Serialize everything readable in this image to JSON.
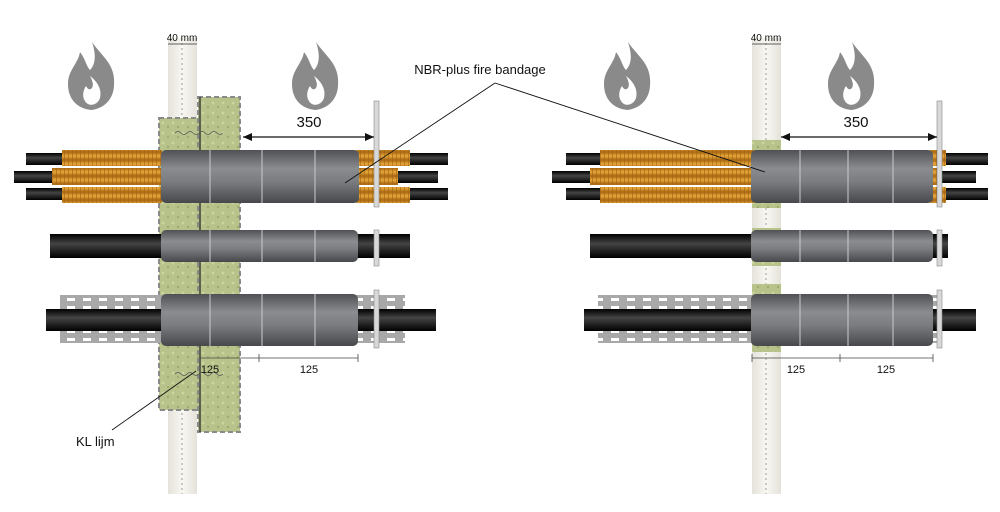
{
  "labels": {
    "wall_thickness_left": "40 mm",
    "wall_thickness_right": "40 mm",
    "bandage": "NBR-plus fire bandage",
    "length_left": "350",
    "length_right": "350",
    "dim_left_a": "125",
    "dim_left_b": "125",
    "dim_right_a": "125",
    "dim_right_b": "125",
    "adhesive": "KL lijm"
  },
  "icons": {
    "flame": "fire-icon"
  },
  "colors": {
    "flame": "#8a8a8a",
    "bandage": "#6a6c70",
    "insulation": "#d08a1e",
    "mineral_wool": "#b9c48a",
    "pipe": "#1a1a1a",
    "wall": "#eceae2"
  }
}
